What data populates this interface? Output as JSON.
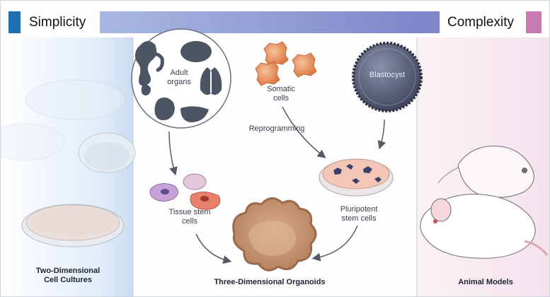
{
  "header": {
    "left_label": "Simplicity",
    "right_label": "Complexity",
    "left_accent": "#1f6fb3",
    "right_accent": "#c87bb3",
    "gradient_start": "#a6b6e0",
    "gradient_end": "#7f86c9"
  },
  "columns": {
    "left": {
      "title": "Two-Dimensional\nCell Cultures"
    },
    "middle": {
      "title": "Three-Dimensional Organoids"
    },
    "right": {
      "title": "Animal Models"
    }
  },
  "nodes": {
    "adult_organs": "Adult\norgans",
    "somatic_cells": "Somatic\ncells",
    "blastocyst": "Blastocyst",
    "reprogramming": "Reprogramming",
    "tissue_stem_cells": "Tissue stem\ncells",
    "pluripotent_stem_cells": "Pluripotent\nstem cells"
  },
  "colors": {
    "left_panel": "#d7e6f5",
    "right_panel": "#f5e5ee",
    "organ": "#4b5563",
    "cell_orange": "#e8874e",
    "blastocyst": "#5a5f7a",
    "dish_pink": "#f4c6b7",
    "organoid": "#c99772"
  }
}
